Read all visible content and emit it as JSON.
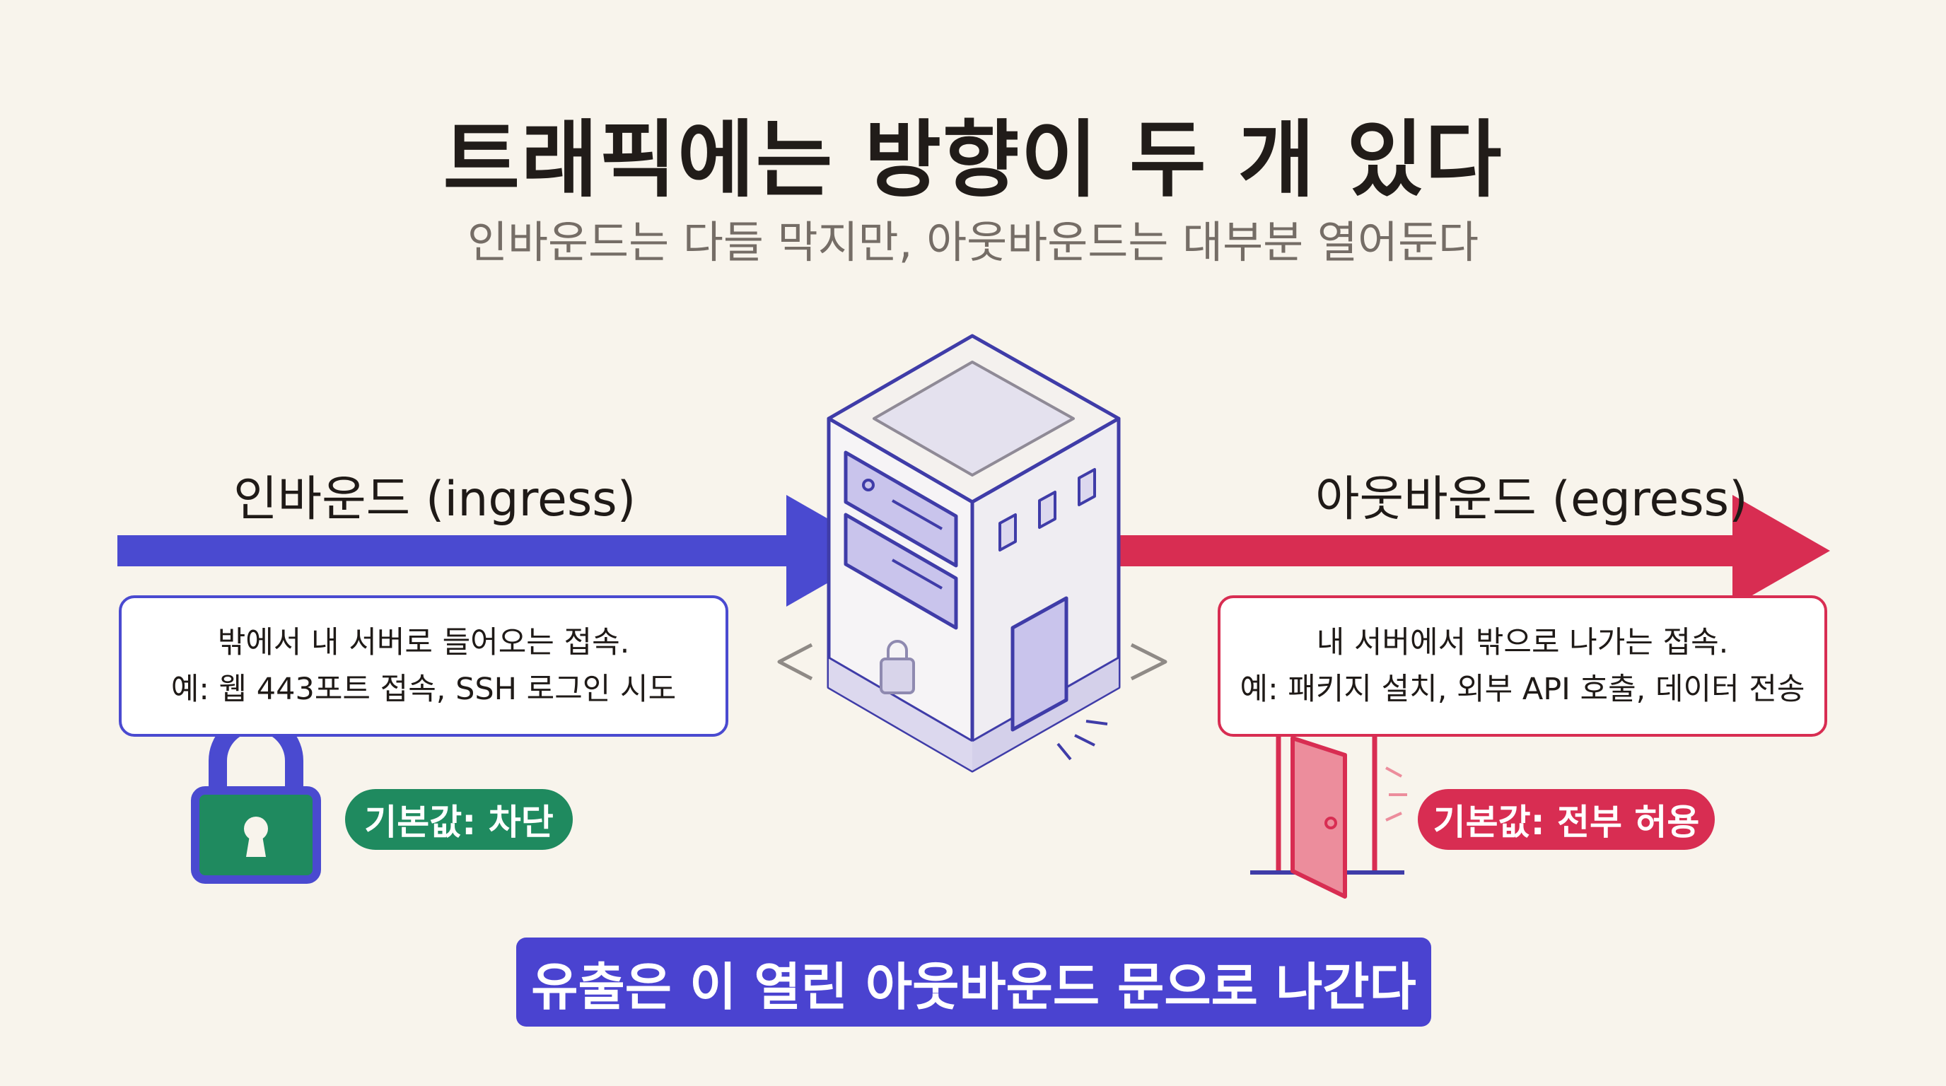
{
  "title": "트래픽에는 방향이 두 개 있다",
  "subtitle": "인바운드는 다들 막지만, 아웃바운드는 대부분 열어둔다",
  "inbound": {
    "label": "인바운드 (ingress)",
    "line1": "밖에서 내 서버로 들어오는 접속.",
    "line2": "예: 웹 443포트 접속, SSH 로그인 시도",
    "default": "기본값: 차단",
    "color": "#4a4ad0",
    "icon": "padlock-icon"
  },
  "outbound": {
    "label": "아웃바운드 (egress)",
    "line1": "내 서버에서 밖으로 나가는 접속.",
    "line2": "예: 패키지 설치, 외부 API 호출, 데이터 전송",
    "default": "기본값: 전부 허용",
    "color": "#d82d52",
    "icon": "open-door-icon"
  },
  "server": {
    "icon": "server-building-icon",
    "color": "#3f3ca8"
  },
  "banner": "유출은 이 열린 아웃바운드 문으로 나간다"
}
